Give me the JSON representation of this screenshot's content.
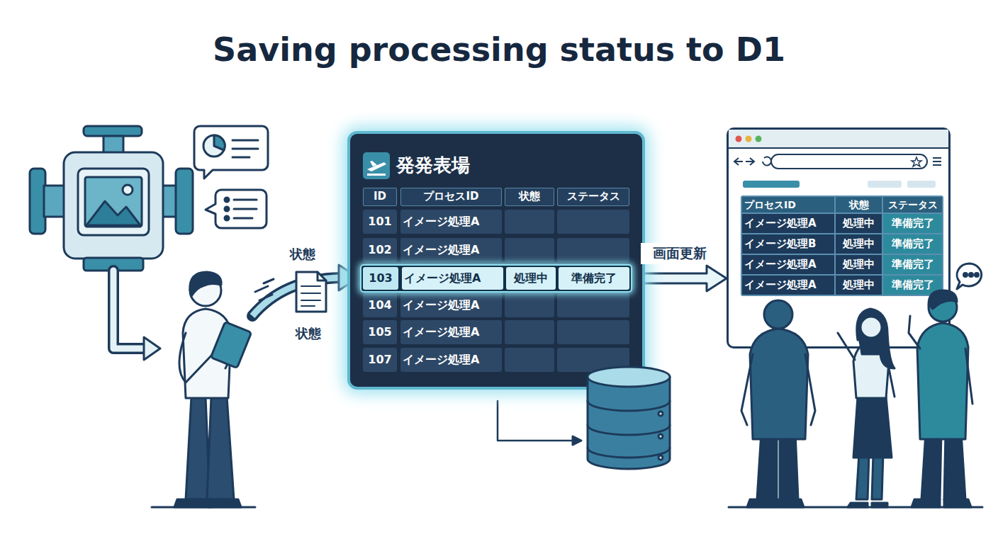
{
  "diagram": {
    "title": "Saving processing status to D1",
    "nodes": [
      {
        "text": [
          "発発表場"
        ]
      },
      {
        "text": [
          "103",
          "イメージ処理A",
          "処理中",
          "準備完了"
        ],
        "in": 0
      },
      {
        "text": [
          "プロセスID",
          "状態",
          "ステータス",
          "イメージ処理A",
          "処理中",
          "準備完了",
          "イメージ処理B",
          "処理中",
          "準備完了",
          "イメージ処理A",
          "処理中",
          "準備完了",
          "イメージ処理A",
          "処理中",
          "準備完了"
        ]
      }
    ],
    "edges": [
      {
        "from": 1,
        "to": 2,
        "arrow": "to",
        "label": "画面更新"
      }
    ],
    "labels": [
      "状態",
      "状態",
      "ID",
      "プロセスID",
      "状態",
      "ステータス",
      "101",
      "イメージ処理A",
      "102",
      "イメージ処理A",
      "104",
      "イメージ処理A",
      "105",
      "イメージ処理A",
      "107",
      "イメージ処理A"
    ]
  }
}
